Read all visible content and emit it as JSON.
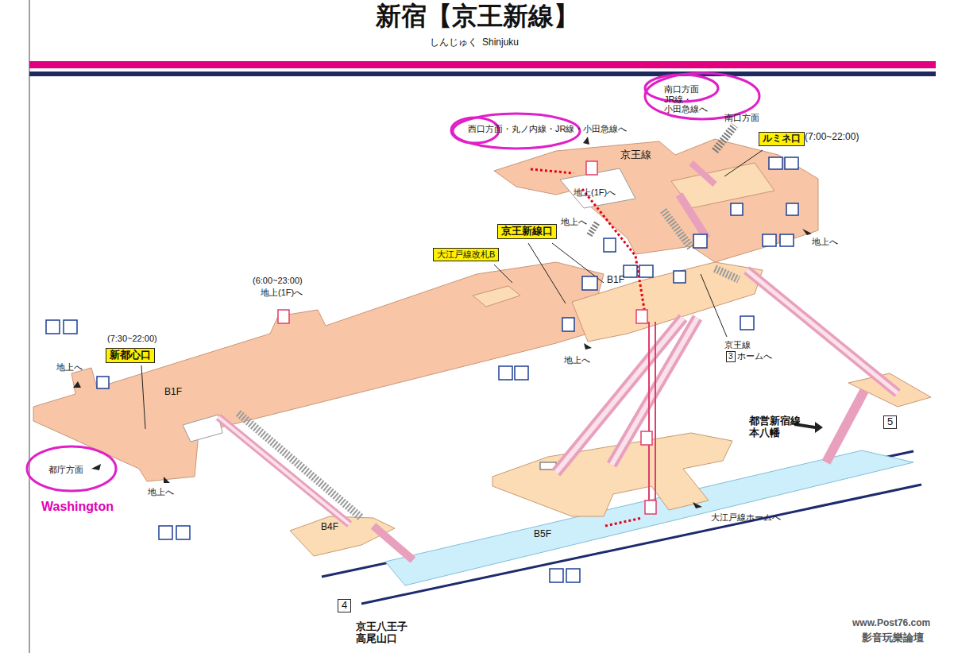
{
  "diagram": {
    "title": "新宿【京王新線】",
    "nodes": [
      {
        "text": [
          "ルミネ口"
        ]
      },
      {
        "text": [
          "京王新線口"
        ]
      },
      {
        "text": [
          "大江戸線改札B"
        ]
      },
      {
        "text": [
          "新都心口"
        ]
      },
      {
        "text": [
          "3"
        ]
      },
      {
        "text": [
          "5"
        ]
      },
      {
        "text": [
          "4"
        ]
      }
    ],
    "labels": [
      "しんじゅく",
      "Shinjuku",
      "西口方面・丸ノ内線・JR線・小田急線へ",
      "南口方面 JR線・小田急線へ",
      "南口方面",
      "(7:00~22:00)",
      "京王線",
      "地上(1F)へ",
      "地上へ",
      "地上へ",
      "(6:00~23:00)",
      "地上(1F)へ",
      "B1F",
      "京王線",
      "ホームへ",
      "地上へ",
      "(7:30~22:00)",
      "地上へ",
      "B1F",
      "都庁方面",
      "地上へ",
      "Washington",
      "B4F",
      "都営新宿線 本八幡",
      "大江戸線ホームへ",
      "B5F",
      "京王八王子 高尾山口",
      "www.Post76.com",
      "影音玩樂論壇"
    ]
  }
}
